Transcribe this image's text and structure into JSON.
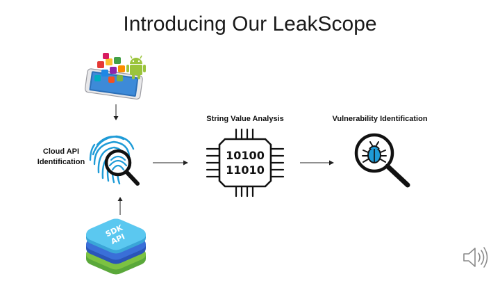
{
  "title": "Introducing Our LeakScope",
  "labels": {
    "cloud_api_line1": "Cloud API",
    "cloud_api_line2": "Identification",
    "string_value": "String Value Analysis",
    "vuln": "Vulnerability Identification"
  },
  "chip_bits": {
    "row1": "10100",
    "row2": "11010"
  },
  "sdk_text": {
    "sdk": "SDK",
    "api": "API"
  },
  "icons": {
    "phone": "smartphone-apps-android-icon",
    "fingerprint": "fingerprint-magnifier-icon",
    "chip": "binary-chip-icon",
    "bug": "bug-magnifier-icon",
    "sdk": "sdk-api-layers-icon",
    "speaker": "speaker-audio-icon"
  },
  "colors": {
    "accent_blue": "#1E9BD7",
    "android_green": "#9BC43C",
    "sdk_green": "#7CC242",
    "sdk_blue": "#3A6FD8",
    "sdk_cyan": "#5BC8F0"
  }
}
